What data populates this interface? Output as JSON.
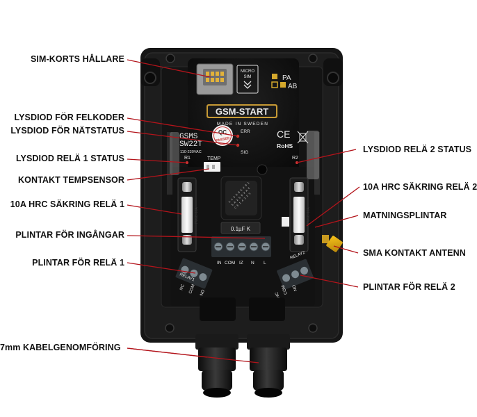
{
  "labels": {
    "sim_holder": "SIM-KORTS HÅLLARE",
    "error_led": "LYSDIOD FÖR FELKODER",
    "network_led": "LYSDIOD FÖR NÄTSTATUS",
    "relay1_led": "LYSDIOD RELÄ 1 STATUS",
    "temp_sensor": "KONTAKT TEMPSENSOR",
    "fuse_relay1": "10A HRC SÄKRING RELÄ 1",
    "input_terminals": "PLINTAR FÖR INGÅNGAR",
    "relay1_terminals": "PLINTAR FÖR RELÄ 1",
    "cable_gland": "7mm KABELGENOMFÖRING",
    "relay2_led": "LYSDIOD RELÄ 2 STATUS",
    "fuse_relay2": "10A HRC SÄKRING RELÄ 2",
    "power_terminals": "MATNINGSPLINTAR",
    "sma_antenna": "SMA KONTAKT ANTENN",
    "relay2_terminals": "PLINTAR FÖR RELÄ 2"
  },
  "board": {
    "micro_sim": "MICRO",
    "micro_sim2": "SIM",
    "brand_logo": "GSM-START",
    "made_in": "MADE IN SWEDEN",
    "model_line1": "GSMS",
    "model_line2": "SW22T",
    "voltage": "110-230VAC",
    "qc_top": "QC",
    "qc_bottom": "PASSED",
    "err_label": "ERR",
    "sig_label": "SIG",
    "r1_label": "R1",
    "r2_label": "R2",
    "temp_label": "TEMP",
    "ce_mark": "CE",
    "rohs_mark": "RoHS",
    "pa_mark": "PA",
    "ab_mark": "AB",
    "relay_cap": "0.1µF K",
    "input_terminal_labels": [
      "IN",
      "COM",
      "IZ",
      "N",
      "L"
    ],
    "relay1_terminal_labels": [
      "NC",
      "COM",
      "NO"
    ],
    "relay2_terminal_labels": [
      "NC",
      "COM",
      "NO"
    ],
    "relay2_label": "RELAY2",
    "relay1_label": "RELAY1"
  }
}
